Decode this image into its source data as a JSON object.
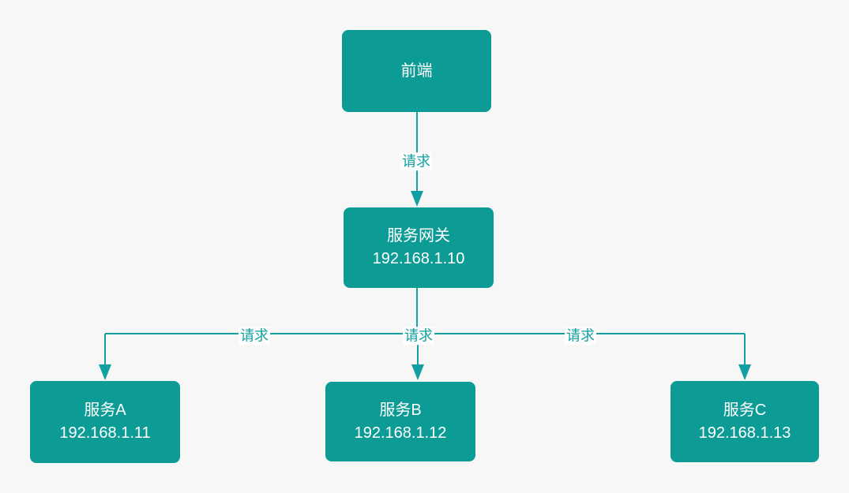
{
  "canvas": {
    "colors": {
      "background": "#f7f7f7",
      "node_fill": "#0d9b96",
      "node_text": "#ffffff",
      "line": "#14a0a0",
      "label_background": "#fdfdfd"
    }
  },
  "nodes": [
    {
      "id": "frontend",
      "label": "前端",
      "ip": ""
    },
    {
      "id": "gateway",
      "label": "服务网关",
      "ip": "192.168.1.10"
    },
    {
      "id": "service-a",
      "label": "服务A",
      "ip": "192.168.1.11"
    },
    {
      "id": "service-b",
      "label": "服务B",
      "ip": "192.168.1.12"
    },
    {
      "id": "service-c",
      "label": "服务C",
      "ip": "192.168.1.13"
    }
  ],
  "edges": [
    {
      "from": "frontend",
      "to": "gateway",
      "label": "请求"
    },
    {
      "from": "gateway",
      "to": "service-a",
      "label": "请求"
    },
    {
      "from": "gateway",
      "to": "service-b",
      "label": "请求"
    },
    {
      "from": "gateway",
      "to": "service-c",
      "label": "请求"
    }
  ]
}
